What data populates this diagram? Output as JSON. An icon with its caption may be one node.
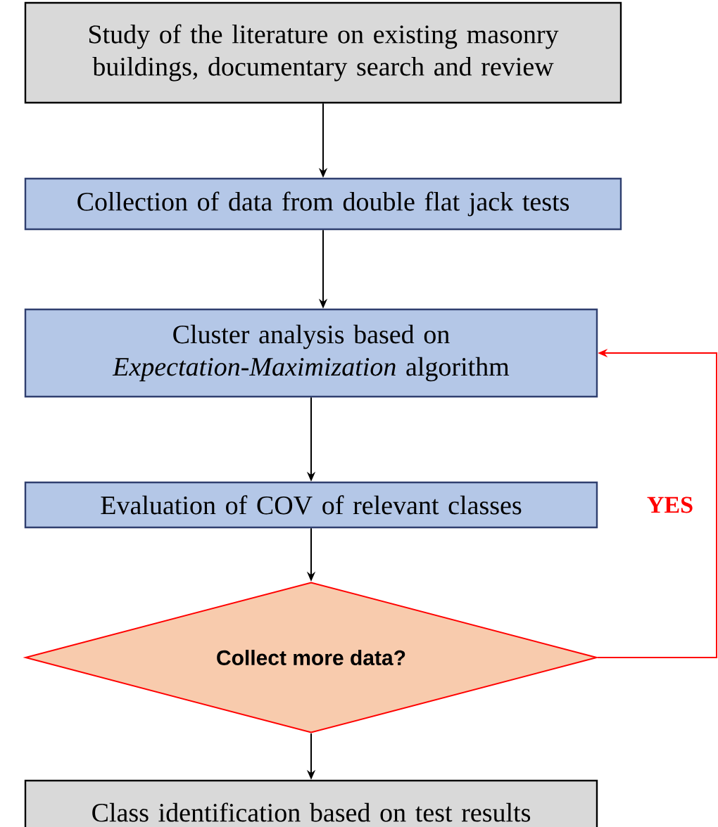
{
  "diagram": {
    "nodes": [
      {
        "text": [
          "Study of the literature on existing masonry buildings, documentary search and review"
        ]
      },
      {
        "text": [
          "Collection of data from double flat jack tests"
        ]
      },
      {
        "text": [
          "Cluster analysis based on *Expectation-Maximization* algorithm"
        ]
      },
      {
        "text": [
          "Evaluation of COV of relevant classes"
        ]
      },
      {
        "text": [
          "Collect more data?"
        ]
      },
      {
        "text": [
          "Class identification based on test results"
        ]
      }
    ],
    "edges": [
      {
        "from": 0,
        "to": 1,
        "arrow": "to"
      },
      {
        "from": 1,
        "to": 2,
        "arrow": "to"
      },
      {
        "from": 2,
        "to": 3,
        "arrow": "to"
      },
      {
        "from": 3,
        "to": 4,
        "arrow": "to"
      },
      {
        "from": 4,
        "to": 2,
        "arrow": "to",
        "label": "YES",
        "color": "#ff0000"
      },
      {
        "from": 4,
        "to": 5,
        "arrow": "to"
      }
    ]
  }
}
